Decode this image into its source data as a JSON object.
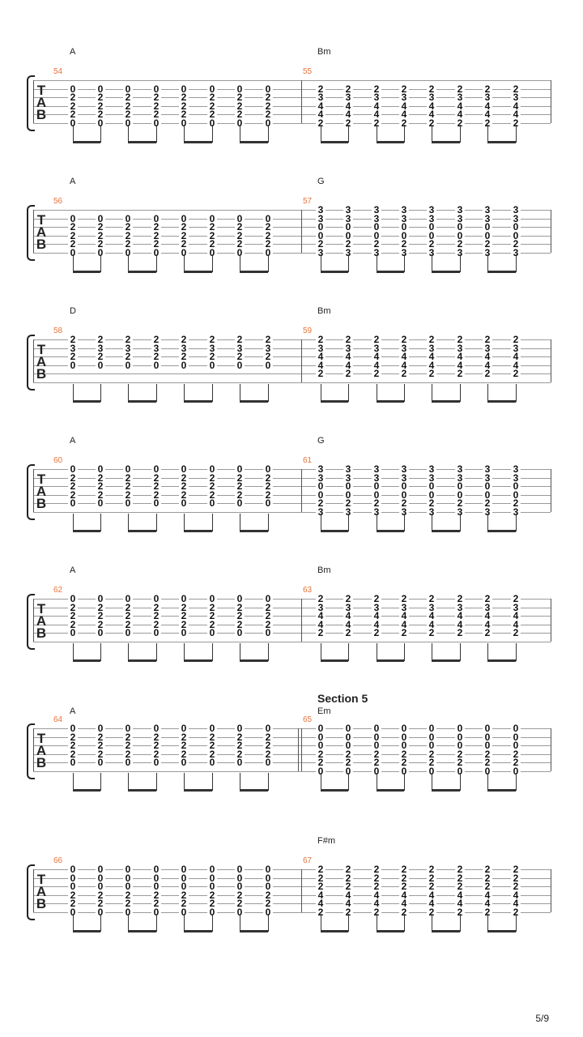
{
  "tab_letters": [
    "T",
    "A",
    "B"
  ],
  "page_number": "5/9",
  "systems": [
    {
      "measures": [
        {
          "number": "54",
          "chord": "A",
          "frets": [
            "0",
            "2",
            "2",
            "2",
            "0"
          ],
          "top": 1
        },
        {
          "number": "55",
          "chord": "Bm",
          "frets": [
            "2",
            "3",
            "4",
            "4",
            "2"
          ],
          "top": 1
        }
      ]
    },
    {
      "measures": [
        {
          "number": "56",
          "chord": "A",
          "frets": [
            "0",
            "2",
            "2",
            "2",
            "0"
          ],
          "top": 1
        },
        {
          "number": "57",
          "chord": "G",
          "frets": [
            "3",
            "3",
            "0",
            "0",
            "2",
            "3"
          ],
          "top": 0
        }
      ]
    },
    {
      "measures": [
        {
          "number": "58",
          "chord": "D",
          "frets": [
            "2",
            "3",
            "2",
            "0"
          ],
          "top": 0
        },
        {
          "number": "59",
          "chord": "Bm",
          "frets": [
            "2",
            "3",
            "4",
            "4",
            "2"
          ],
          "top": 0
        }
      ]
    },
    {
      "measures": [
        {
          "number": "60",
          "chord": "A",
          "frets": [
            "0",
            "2",
            "2",
            "2",
            "0"
          ],
          "top": 0
        },
        {
          "number": "61",
          "chord": "G",
          "frets": [
            "3",
            "3",
            "0",
            "0",
            "2",
            "3"
          ],
          "top": 0
        }
      ]
    },
    {
      "measures": [
        {
          "number": "62",
          "chord": "A",
          "frets": [
            "0",
            "2",
            "2",
            "2",
            "0"
          ],
          "top": 0
        },
        {
          "number": "63",
          "chord": "Bm",
          "frets": [
            "2",
            "3",
            "4",
            "4",
            "2"
          ],
          "top": 0
        }
      ]
    },
    {
      "section": "Section 5",
      "measures": [
        {
          "number": "64",
          "chord": "A",
          "frets": [
            "0",
            "2",
            "2",
            "2",
            "0"
          ],
          "top": 0
        },
        {
          "number": "65",
          "chord": "Em",
          "frets": [
            "0",
            "0",
            "0",
            "2",
            "2",
            "0"
          ],
          "top": 0
        }
      ]
    },
    {
      "measures": [
        {
          "number": "66",
          "chord": "",
          "frets": [
            "0",
            "0",
            "0",
            "2",
            "2",
            "0"
          ],
          "top": 0
        },
        {
          "number": "67",
          "chord": "F#m",
          "frets": [
            "2",
            "2",
            "2",
            "4",
            "4",
            "2"
          ],
          "top": 0
        }
      ]
    }
  ]
}
